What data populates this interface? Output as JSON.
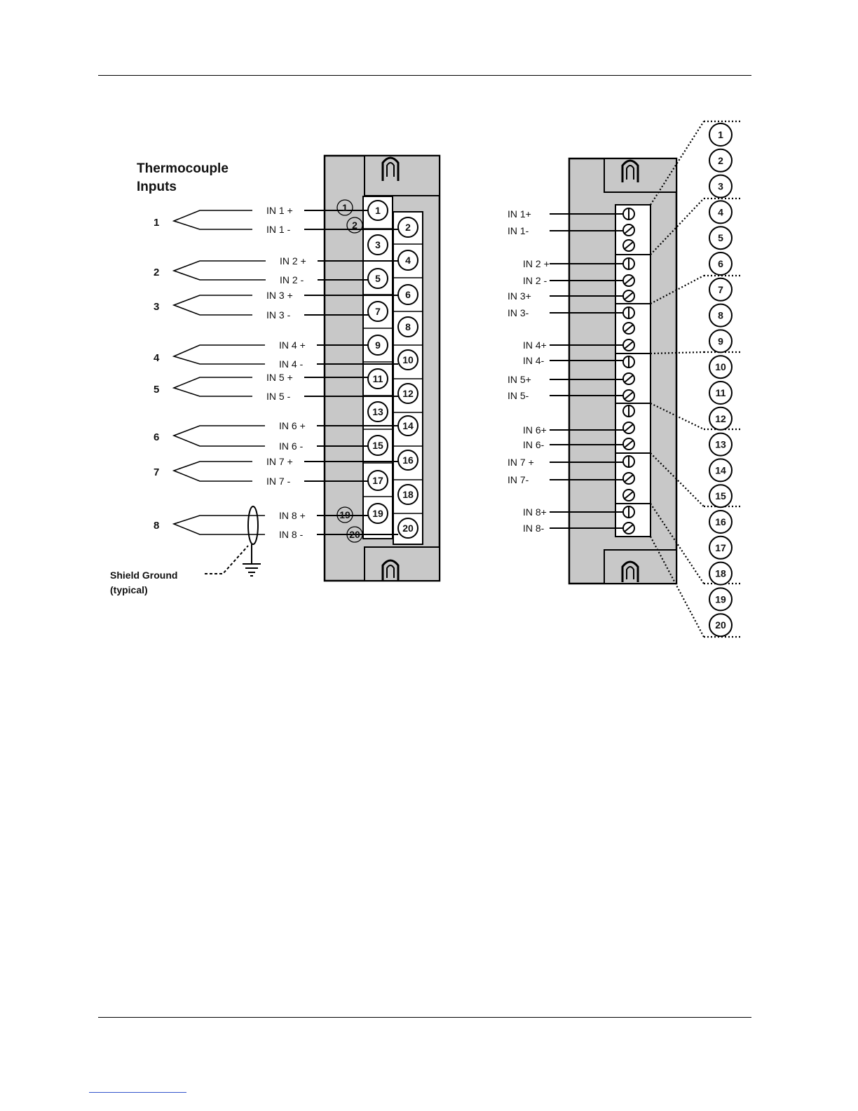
{
  "heading": {
    "line1": "Thermocouple",
    "line2": "Inputs"
  },
  "shield": {
    "line1": "Shield Ground",
    "line2": "(typical)"
  },
  "left": {
    "channels": [
      {
        "n": "1",
        "plus": "IN 1 +",
        "minus": "IN 1 -"
      },
      {
        "n": "2",
        "plus": "IN 2 +",
        "minus": "IN 2 -"
      },
      {
        "n": "3",
        "plus": "IN 3 +",
        "minus": "IN 3 -"
      },
      {
        "n": "4",
        "plus": "IN 4 +",
        "minus": "IN 4 -"
      },
      {
        "n": "5",
        "plus": "IN 5 +",
        "minus": "IN 5 -"
      },
      {
        "n": "6",
        "plus": "IN 6 +",
        "minus": "IN 6 -"
      },
      {
        "n": "7",
        "plus": "IN 7 +",
        "minus": "IN 7 -"
      },
      {
        "n": "8",
        "plus": "IN 8 +",
        "minus": "IN 8 -"
      }
    ],
    "markers": [
      "1",
      "2",
      "19",
      "20"
    ]
  },
  "right": {
    "labels": [
      "IN 1+",
      "IN 1-",
      "IN 2 +",
      "IN 2 -",
      "IN 3+",
      "IN 3-",
      "IN 4+",
      "IN 4-",
      "IN 5+",
      "IN 5-",
      "IN 6+",
      "IN 6-",
      "IN 7 +",
      "IN 7-",
      "IN 8+",
      "IN 8-"
    ]
  },
  "terminals": [
    "1",
    "2",
    "3",
    "4",
    "5",
    "6",
    "7",
    "8",
    "9",
    "10",
    "11",
    "12",
    "13",
    "14",
    "15",
    "16",
    "17",
    "18",
    "19",
    "20"
  ]
}
